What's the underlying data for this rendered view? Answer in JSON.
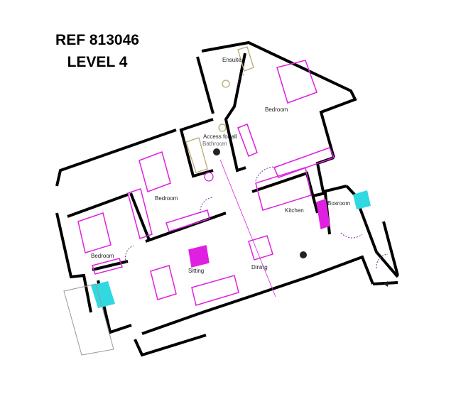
{
  "header": {
    "reference": "REF 813046",
    "level": "LEVEL 4"
  },
  "rooms": {
    "ensuite": "Ensuite",
    "master_bedroom": "Bedroom",
    "access_for_all": "Access for all",
    "bathroom": "Bathroom",
    "bedroom_2": "Bedroom",
    "kitchen": "Kitchen",
    "boxroom": "Boxroom",
    "bedroom_3": "Bedroom",
    "sitting": "Sitting",
    "dining": "Dining"
  },
  "colors": {
    "wall": "#000000",
    "furniture": "#e020e0",
    "sanitary": "#b8a878",
    "tile": "#30d8e0",
    "balcony": "#999999"
  }
}
